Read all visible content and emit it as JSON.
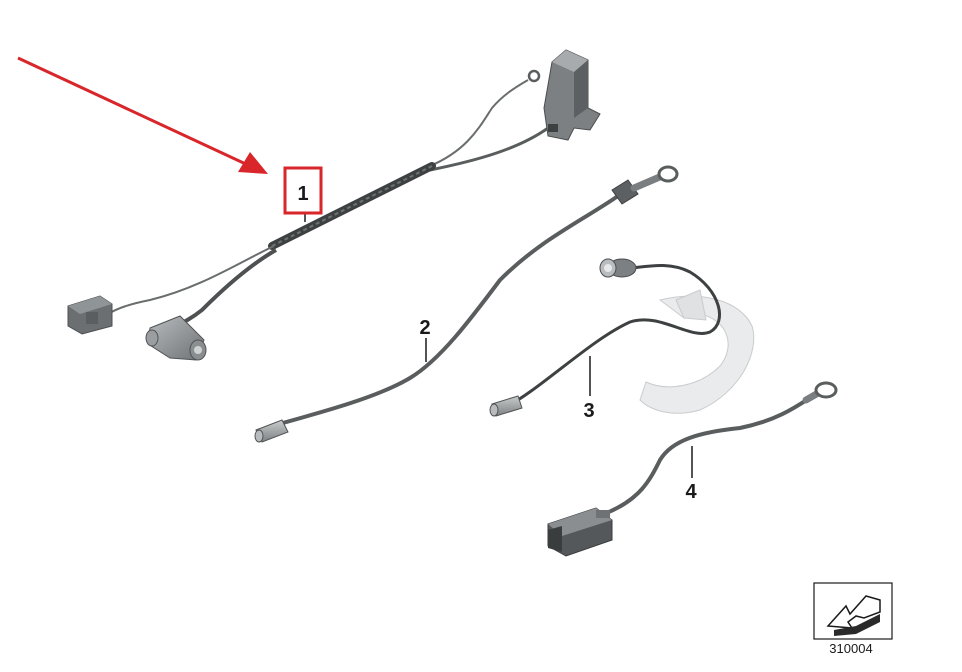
{
  "diagram": {
    "callouts": [
      {
        "id": "1",
        "label": "1",
        "highlighted": true
      },
      {
        "id": "2",
        "label": "2"
      },
      {
        "id": "3",
        "label": "3"
      },
      {
        "id": "4",
        "label": "4"
      }
    ],
    "diagram_number": "310004",
    "colors": {
      "highlight": "#d9262b",
      "cable": "#5a5d5e",
      "part_gray": "#8f9496",
      "ghost_part": "#d6d8d9"
    }
  }
}
